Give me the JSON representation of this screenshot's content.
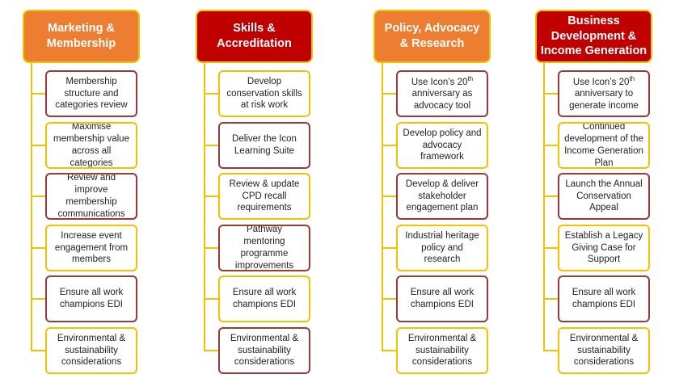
{
  "columns": [
    {
      "title": "Marketing &\nMembership",
      "header_style": "orange",
      "items": [
        {
          "text": "Membership structure and categories review",
          "border": "red"
        },
        {
          "text": "Maximise membership value across all categories",
          "border": "gold"
        },
        {
          "text": "Review and improve membership communications",
          "border": "red"
        },
        {
          "text": "Increase event engagement from members",
          "border": "gold"
        },
        {
          "text": "Ensure all work champions EDI",
          "border": "red"
        },
        {
          "text": "Environmental & sustainability considerations",
          "border": "gold"
        }
      ]
    },
    {
      "title": "Skills &\nAccreditation",
      "header_style": "red",
      "items": [
        {
          "text": "Develop conservation skills at risk work",
          "border": "gold"
        },
        {
          "text": "Deliver the Icon Learning Suite",
          "border": "red"
        },
        {
          "text": "Review & update CPD recall requirements",
          "border": "gold"
        },
        {
          "text": "Pathway mentoring programme improvements",
          "border": "red"
        },
        {
          "text": "Ensure all work champions EDI",
          "border": "gold"
        },
        {
          "text": "Environmental & sustainability considerations",
          "border": "red"
        }
      ]
    },
    {
      "title": "Policy, Advocacy\n& Research",
      "header_style": "orange",
      "items": [
        {
          "text": "Use Icon’s 20th anniversary as advocacy tool",
          "border": "red"
        },
        {
          "text": "Develop policy and advocacy framework",
          "border": "gold"
        },
        {
          "text": "Develop & deliver stakeholder engagement plan",
          "border": "red"
        },
        {
          "text": "Industrial heritage policy and research",
          "border": "gold"
        },
        {
          "text": "Ensure all work champions EDI",
          "border": "red"
        },
        {
          "text": "Environmental & sustainability considerations",
          "border": "gold"
        }
      ]
    },
    {
      "title": "Business\nDevelopment &\nIncome Generation",
      "header_style": "red",
      "items": [
        {
          "text": "Use Icon’s 20th anniversary to generate income",
          "border": "red"
        },
        {
          "text": "Continued development of the Income Generation Plan",
          "border": "gold"
        },
        {
          "text": "Launch the Annual Conservation Appeal",
          "border": "red"
        },
        {
          "text": "Establish a Legacy Giving Case for Support",
          "border": "gold"
        },
        {
          "text": "Ensure all work champions EDI",
          "border": "red"
        },
        {
          "text": "Environmental & sustainability considerations",
          "border": "gold"
        }
      ]
    }
  ],
  "colors": {
    "orange_header": "#ed7d31",
    "red_header": "#c00000",
    "connector": "#f2c200",
    "red_border": "#9b3a3a"
  }
}
